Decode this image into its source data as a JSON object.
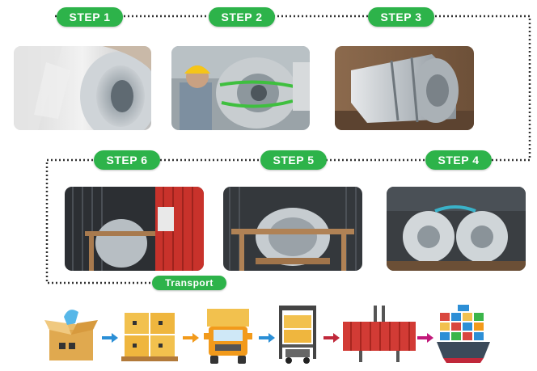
{
  "steps": {
    "step1": "STEP 1",
    "step2": "STEP 2",
    "step3": "STEP 3",
    "step4": "STEP 4",
    "step5": "STEP 5",
    "step6": "STEP 6"
  },
  "transport_label": "Transport",
  "colors": {
    "green": "#2db34a",
    "arrow_blue": "#2b8fd6",
    "arrow_orange": "#f29a1b",
    "arrow_red": "#c0283a",
    "arrow_magenta": "#c2187a"
  },
  "icons": [
    "open-box-icon",
    "palletized-boxes-icon",
    "delivery-truck-icon",
    "forklift-icon",
    "shipping-container-icon",
    "cargo-ship-icon"
  ]
}
